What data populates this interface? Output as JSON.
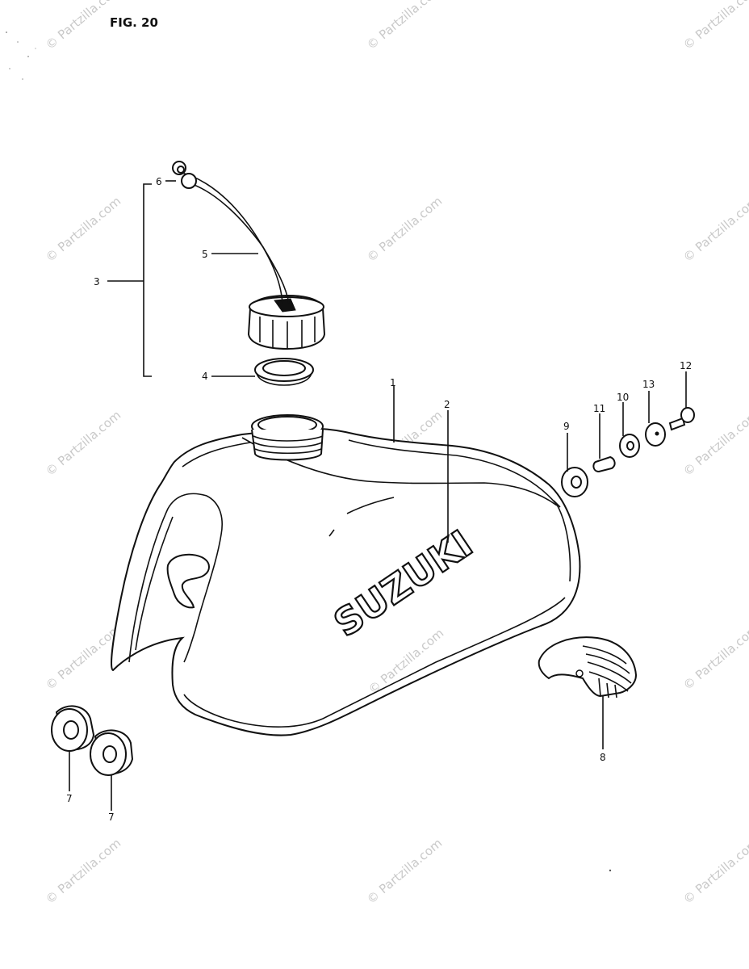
{
  "figure": {
    "label": "FIG. 20"
  },
  "watermark": {
    "text": "© Partzilla.com"
  },
  "brand_text": "SUZUKI",
  "callouts": [
    {
      "id": "c1",
      "text": "1"
    },
    {
      "id": "c2",
      "text": "2"
    },
    {
      "id": "c3",
      "text": "3"
    },
    {
      "id": "c4",
      "text": "4"
    },
    {
      "id": "c5",
      "text": "5"
    },
    {
      "id": "c6",
      "text": "6"
    },
    {
      "id": "c7a",
      "text": "7"
    },
    {
      "id": "c7b",
      "text": "7"
    },
    {
      "id": "c8",
      "text": "8"
    },
    {
      "id": "c9",
      "text": "9"
    },
    {
      "id": "c10",
      "text": "10"
    },
    {
      "id": "c11",
      "text": "11"
    },
    {
      "id": "c12",
      "text": "12"
    },
    {
      "id": "c13",
      "text": "13"
    }
  ],
  "colors": {
    "ink": "#111111",
    "paper": "#ffffff",
    "watermark": "#c9c9c9"
  }
}
